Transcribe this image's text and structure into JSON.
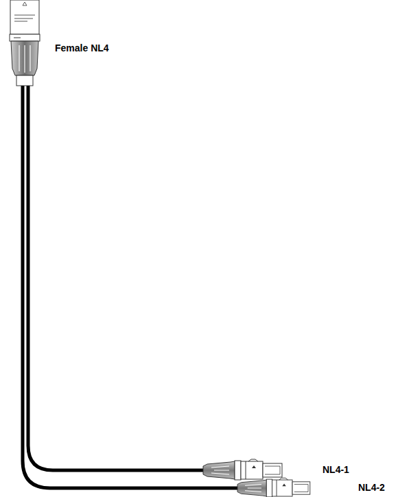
{
  "diagram": {
    "labels": [
      "Female NL4",
      "NL4-1",
      "NL4-2"
    ]
  }
}
